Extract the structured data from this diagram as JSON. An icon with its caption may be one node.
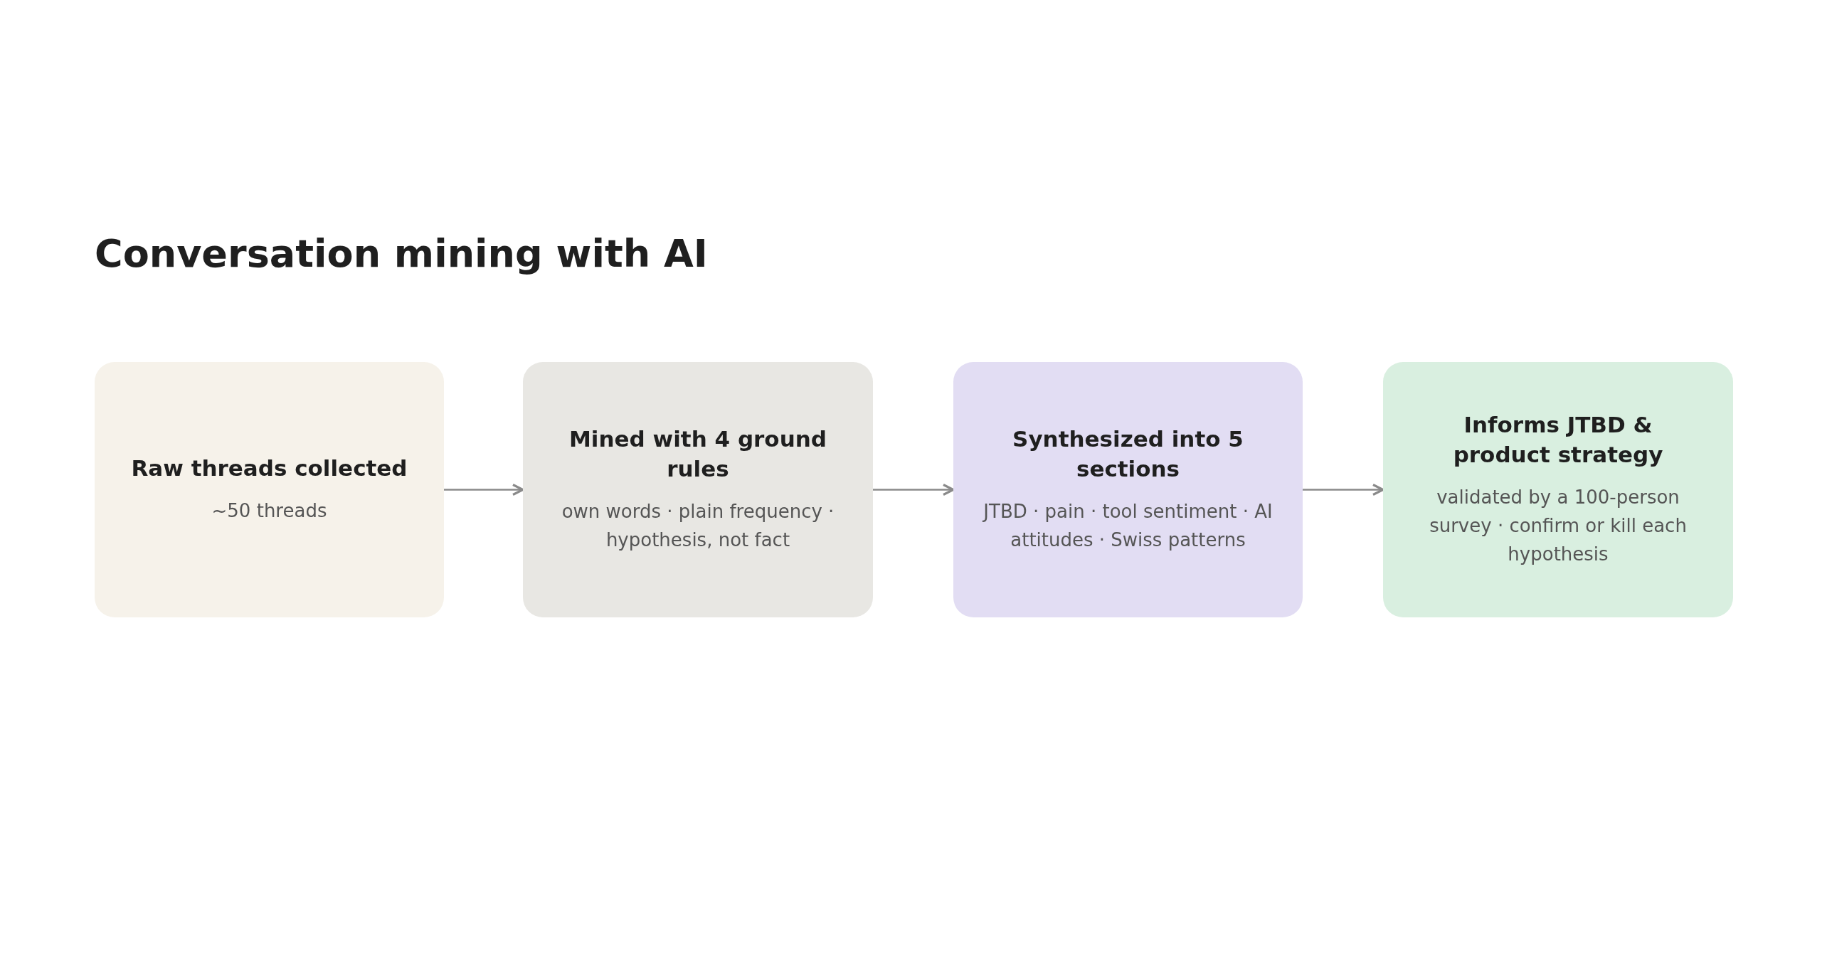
{
  "diagram": {
    "title": "Conversation mining with AI",
    "nodes": [
      {
        "text": [
          "Raw threads collected",
          "~50 threads"
        ]
      },
      {
        "text": [
          "Mined with 4 ground rules",
          "own words · plain frequency · hypothesis, not fact"
        ]
      },
      {
        "text": [
          "Synthesized into 5 sections",
          "JTBD · pain · tool sentiment · AI attitudes · Swiss patterns"
        ]
      },
      {
        "text": [
          "Informs JTBD & product strategy",
          "validated by a 100-person survey · confirm or kill each hypothesis"
        ]
      }
    ],
    "edges": [
      {
        "from": 0,
        "to": 1,
        "arrow": "to"
      },
      {
        "from": 1,
        "to": 2,
        "arrow": "to"
      },
      {
        "from": 2,
        "to": 3,
        "arrow": "to"
      }
    ]
  }
}
